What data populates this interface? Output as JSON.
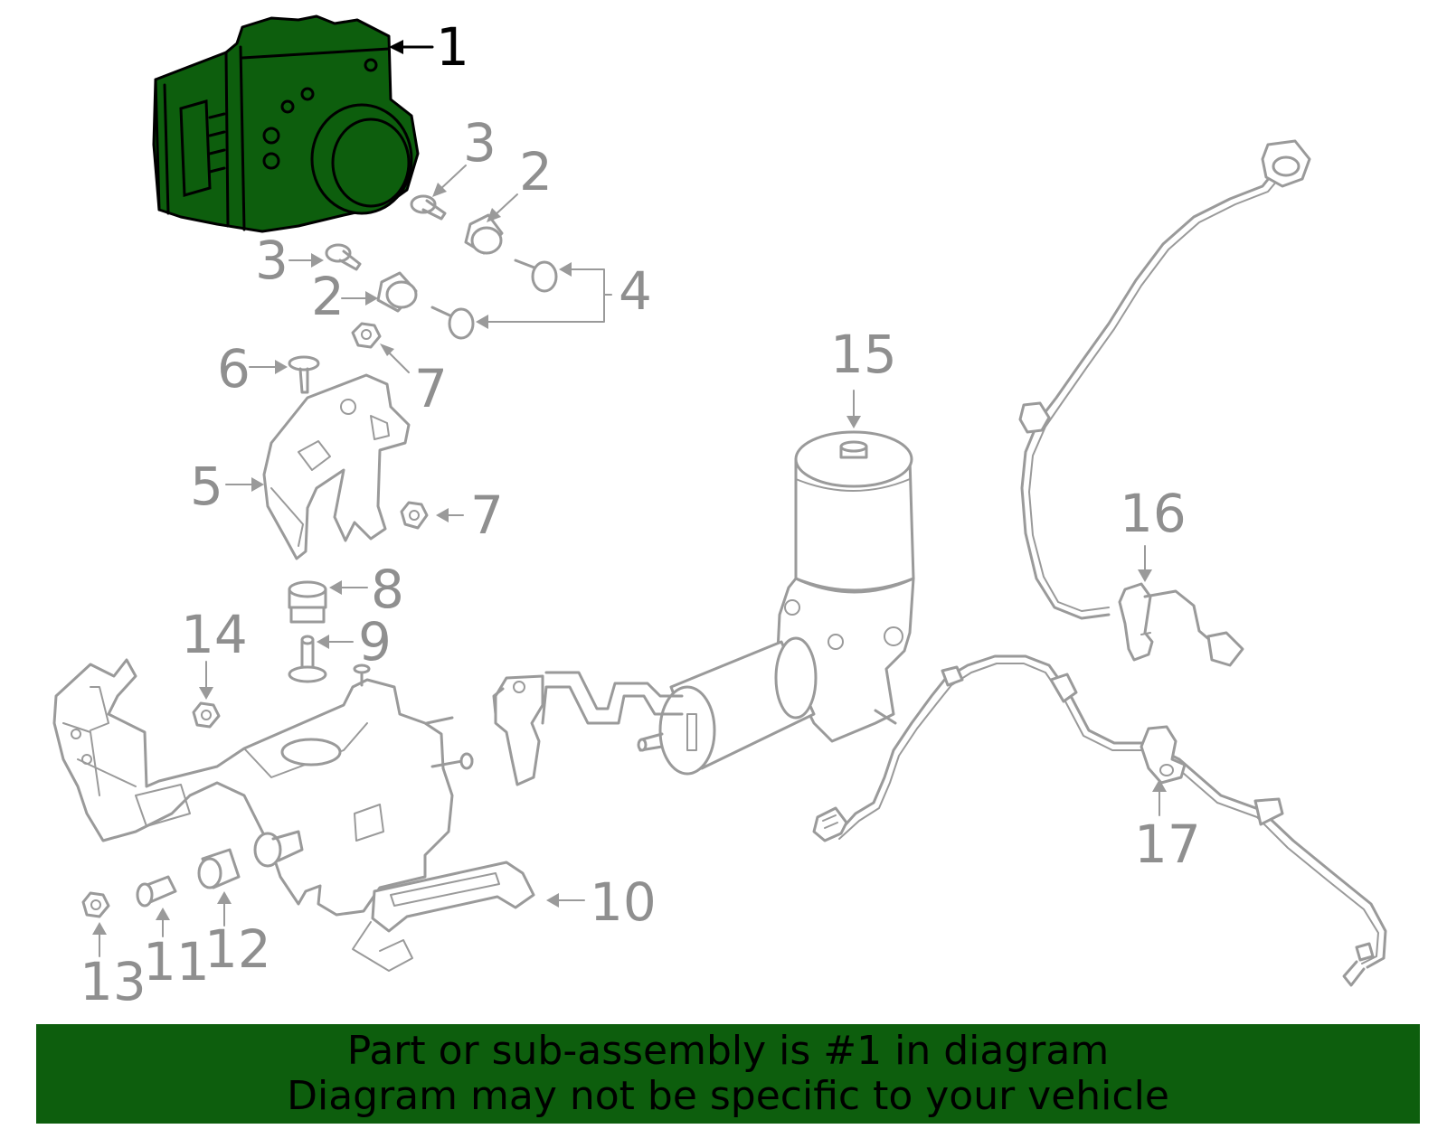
{
  "diagram": {
    "highlighted_part": "1",
    "callouts": [
      "1",
      "2",
      "2",
      "3",
      "3",
      "4",
      "5",
      "6",
      "7",
      "7",
      "8",
      "9",
      "10",
      "11",
      "12",
      "13",
      "14",
      "15",
      "16",
      "17"
    ]
  },
  "banner": {
    "line1": "Part or sub-assembly is #1 in diagram",
    "line2": "Diagram may not be specific to your vehicle"
  },
  "colors": {
    "highlight": "#0d5e0d",
    "linework": "#9a9a9a",
    "banner": "#0d5e0d"
  }
}
